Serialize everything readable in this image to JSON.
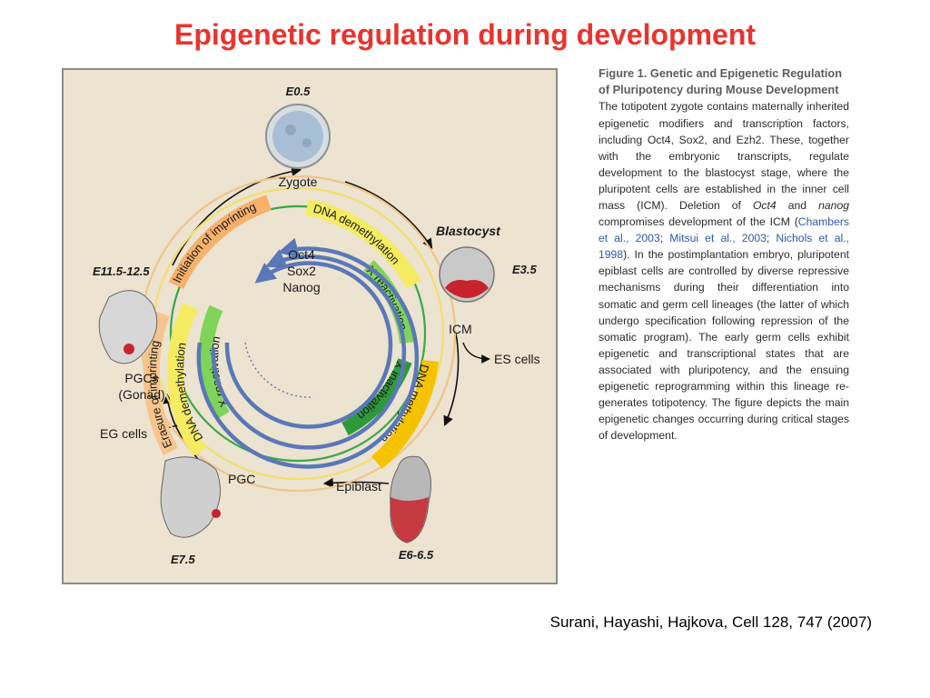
{
  "slide": {
    "title": "Epigenetic regulation during development",
    "title_color": "#e8342e",
    "citation": "Surani, Hayashi, Hajkova, Cell 128, 747 (2007)"
  },
  "figure": {
    "stages": {
      "e05": "E0.5",
      "zygote": "Zygote",
      "blastocyst": "Blastocyst",
      "e35": "E3.5",
      "icm": "ICM",
      "es_cells": "ES cells",
      "e6": "E6-6.5",
      "epiblast": "Epiblast",
      "pgc": "PGC",
      "e75": "E7.5",
      "eg_cells": "EG cells",
      "pgcs": "PGCs",
      "gonad": "(Gonad)",
      "e11": "E11.5-12.5"
    },
    "center": {
      "oct4": "Oct4",
      "sox2": "Sox2",
      "nanog": "Nanog"
    },
    "arcs": {
      "initiation_imprinting": "Initiation of imprinting",
      "dna_demethylation_top": "DNA demethylation",
      "x_reactivation_right": "X reactivation",
      "x_inactivation": "X inactivation",
      "dna_methylation": "DNA methylation",
      "erasure_imprinting": "Erasure of imprinting",
      "dna_demethylation_left": "DNA demethylation",
      "x_reactivation_left": "X reactivation"
    },
    "colors": {
      "panel_bg": "#ece3d0",
      "orange_band": "#f6b26b",
      "yellow_band": "#f5ec62",
      "green_band": "#7fd45a",
      "blue_arrow": "#5a78b8",
      "cell_red": "#c8232c"
    }
  },
  "caption": {
    "heading": "Figure 1. Genetic and Epigenetic Regulation of Pluripotency during Mouse Development",
    "body_1": "The totipotent zygote contains maternally inherited epigenetic modifiers and transcription factors, including Oct4, Sox2, and Ezh2. These, together with the embryonic transcripts, regulate development to the blastocyst stage, where the pluripotent cells are established in the inner cell mass (ICM). Deletion of",
    "oct4": "Oct4",
    "and_word": "and",
    "nanog": "nanog",
    "body_2": "compromises development of the ICM (",
    "ref_1": "Chambers et al., 2003",
    "sep_1": "; ",
    "ref_2": "Mitsui et al., 2003",
    "sep_2": "; ",
    "ref_3": "Nichols et al., 1998",
    "body_3": "). In the postimplantation embryo, pluripotent epiblast cells are controlled by diverse repressive mechanisms during their differentiation into somatic and germ cell lineages (the latter of which undergo specification following repression of the somatic program). The early germ cells exhibit epigenetic and transcriptional states that are associated with pluripotency, and the ensuing epigenetic reprogramming within this lineage re-generates totipotency. The figure depicts the main epigenetic changes occurring during critical stages of development."
  }
}
